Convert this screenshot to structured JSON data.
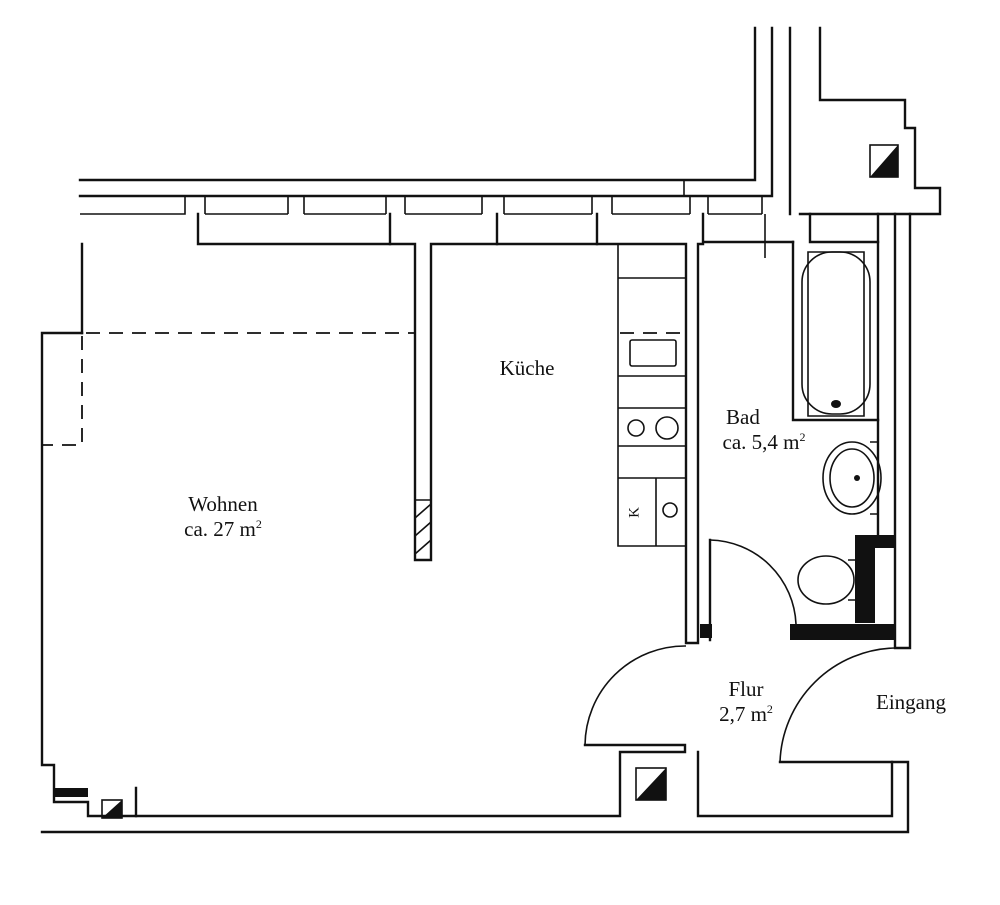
{
  "rooms": {
    "wohnen": {
      "name": "Wohnen",
      "area": "ca. 27 m",
      "unit_sup": "2"
    },
    "kueche": {
      "name": "Küche"
    },
    "bad": {
      "name": "Bad",
      "area": "ca. 5,4 m",
      "unit_sup": "2"
    },
    "flur": {
      "name": "Flur",
      "area": "2,7 m",
      "unit_sup": "2"
    },
    "eingang": {
      "name": "Eingang"
    }
  },
  "kitchen_fridge_mark": "K",
  "colors": {
    "line": "#111111",
    "background": "#ffffff"
  }
}
